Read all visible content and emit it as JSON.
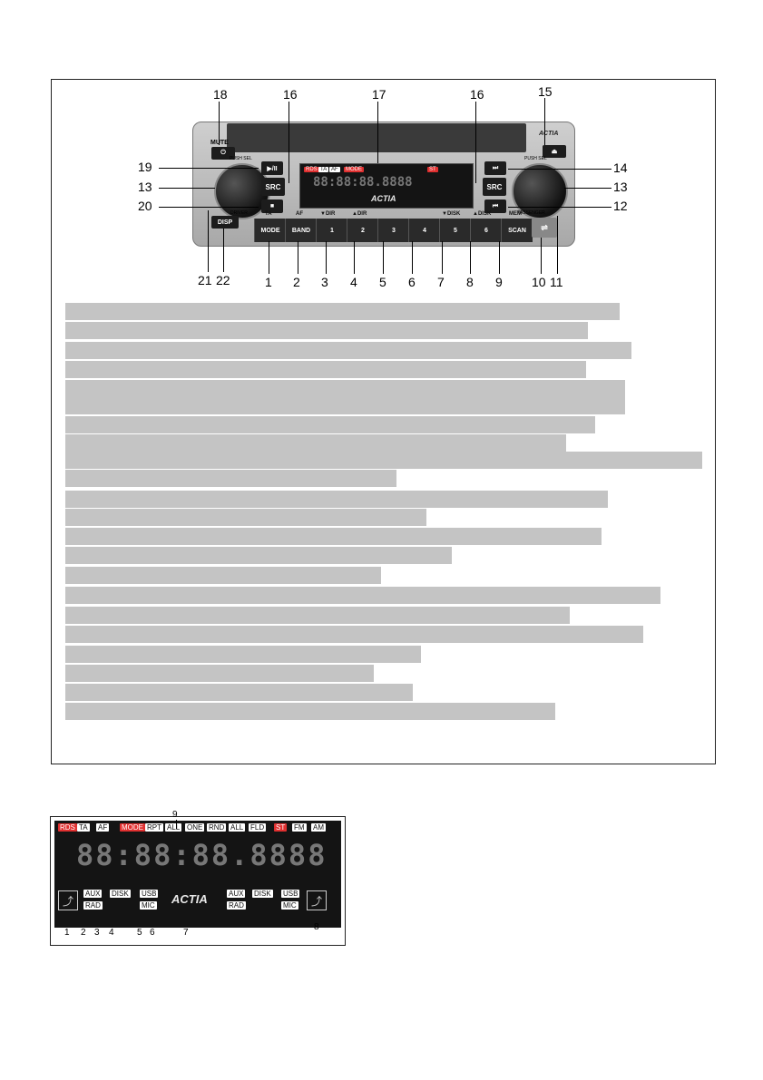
{
  "top_callouts": [
    "18",
    "16",
    "17",
    "16",
    "15"
  ],
  "left_callouts": [
    "19",
    "13",
    "20"
  ],
  "right_callouts": [
    "14",
    "13",
    "12"
  ],
  "bottom_callouts": [
    "21",
    "22",
    "1",
    "2",
    "3",
    "4",
    "5",
    "6",
    "7",
    "8",
    "9",
    "10",
    "11"
  ],
  "faceplate": {
    "mute_label": "MUTE",
    "power_icon": "power-icon",
    "play_pause": "▶/II",
    "stop": "■",
    "src": "SRC",
    "disp": "DISP",
    "next": "⏭",
    "prev": "⏮",
    "eject": "⏏",
    "knob_left_top": "PUSH SEL",
    "knob_left_bottom": "DRIVER",
    "knob_right_top": "PUSH SEL",
    "knob_right_bottom": "PASSENGER",
    "brand": "ACTIA",
    "bottom_buttons": [
      "MODE",
      "BAND",
      "1",
      "2",
      "3",
      "4",
      "5",
      "6",
      "SCAN"
    ],
    "bottom_top_labels": [
      "TA",
      "AF",
      "▼DIR",
      "▲DIR",
      "▼DISK",
      "▲DISK",
      "MEM"
    ],
    "usb_icon": "usb-icon"
  },
  "lcd": {
    "row1_left": [
      "RDS",
      "TA",
      "AF"
    ],
    "row1_mid": [
      "MODE",
      "RPT",
      "ALL",
      "ONE",
      "RND",
      "ALL",
      "FLD"
    ],
    "row1_right": [
      "ST",
      "FM",
      "AM"
    ],
    "segments": "88:88:88.8888",
    "left_tags_top": [
      "AUX",
      "DISK",
      "USB"
    ],
    "left_tags_bottom": [
      "RAD",
      "MIC"
    ],
    "right_tags_top": [
      "AUX",
      "DISK",
      "USB"
    ],
    "right_tags_bottom": [
      "RAD",
      "MIC"
    ],
    "brand": "ACTIA"
  },
  "lcd_callouts": {
    "top": "9",
    "bottom": [
      "1",
      "2",
      "3",
      "4",
      "5",
      "6",
      "7",
      "8"
    ]
  }
}
